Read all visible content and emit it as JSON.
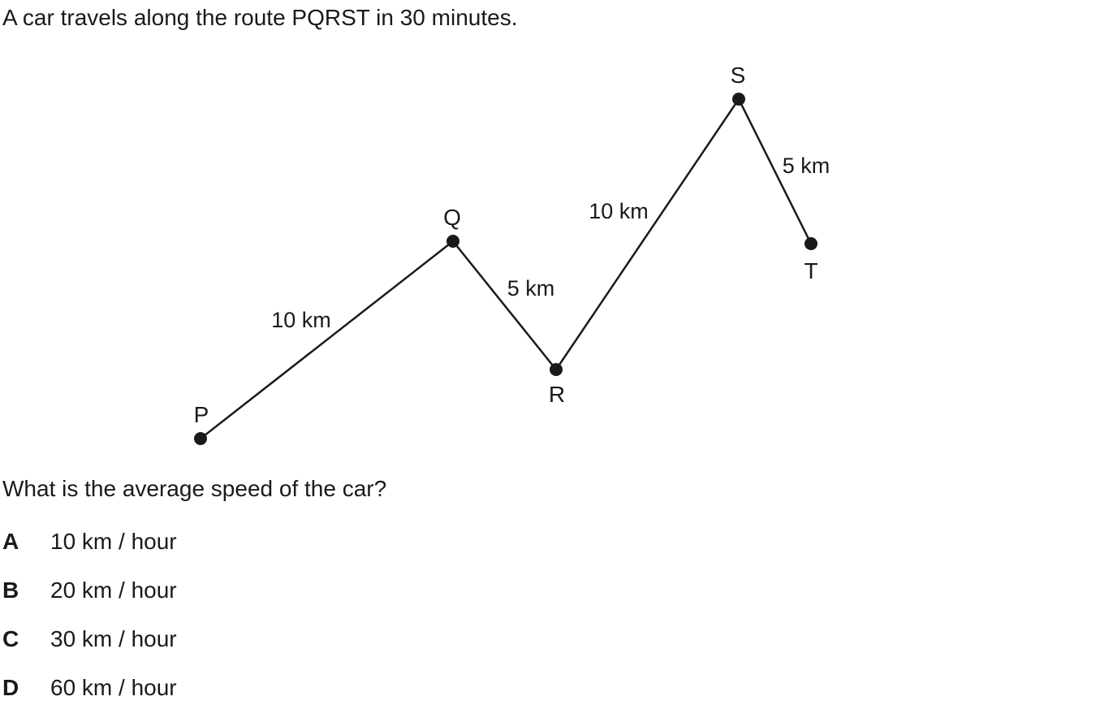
{
  "question": {
    "intro": "A car travels along the route PQRST in 30 minutes.",
    "prompt": "What is the average speed of the car?"
  },
  "diagram": {
    "points": [
      "P",
      "Q",
      "R",
      "S",
      "T"
    ],
    "segments": [
      {
        "from": "P",
        "to": "Q",
        "label": "10 km"
      },
      {
        "from": "Q",
        "to": "R",
        "label": "5 km"
      },
      {
        "from": "R",
        "to": "S",
        "label": "10 km"
      },
      {
        "from": "S",
        "to": "T",
        "label": "5 km"
      }
    ]
  },
  "options": [
    {
      "letter": "A",
      "text": "10 km / hour"
    },
    {
      "letter": "B",
      "text": "20 km / hour"
    },
    {
      "letter": "C",
      "text": "30 km / hour"
    },
    {
      "letter": "D",
      "text": "60 km / hour"
    }
  ]
}
